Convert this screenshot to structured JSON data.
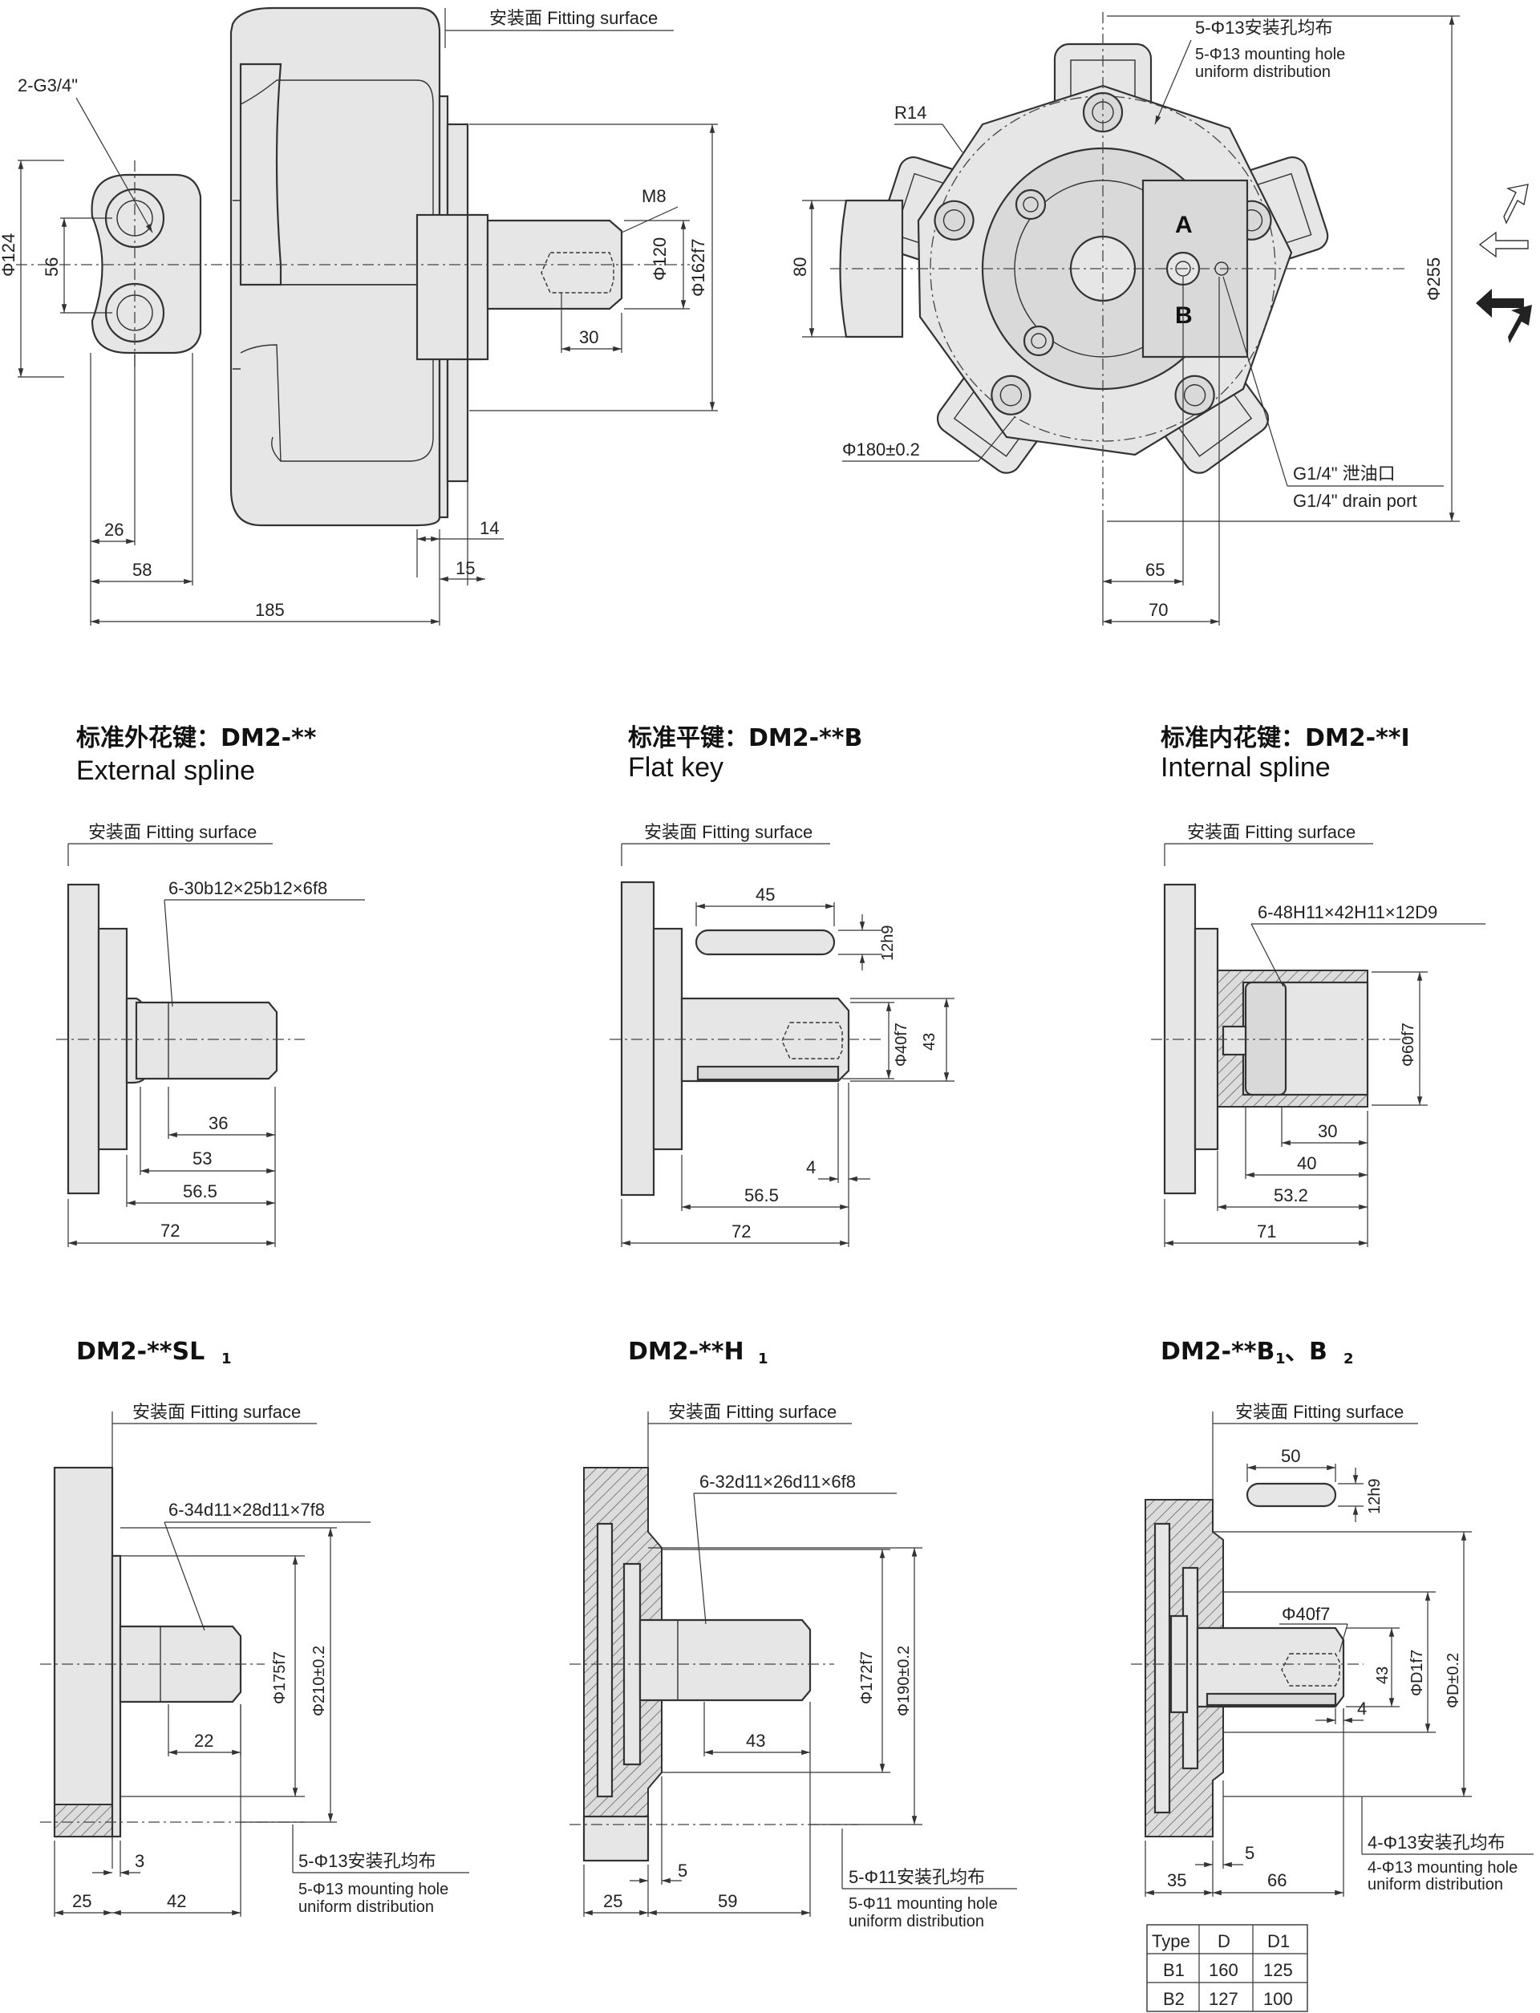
{
  "top_left": {
    "fitting": "安装面 Fitting surface",
    "port": "2-G3/4\"",
    "m8": "M8",
    "d124": "Φ124",
    "d56": "56",
    "d120": "Φ120",
    "d162": "Φ162f7",
    "d30": "30",
    "d26": "26",
    "d58": "58",
    "d185": "185",
    "d14": "14",
    "d15": "15"
  },
  "top_right": {
    "holes_cn": "5-Φ13安装孔均布",
    "holes_en1": "5-Φ13 mounting hole",
    "holes_en2": "uniform distribution",
    "r14": "R14",
    "d80": "80",
    "d255": "Φ255",
    "d180": "Φ180±0.2",
    "drain_cn": "G1/4\" 泄油口",
    "drain_en": "G1/4\" drain port",
    "d65": "65",
    "d70": "70",
    "port_a": "A",
    "port_b": "B"
  },
  "ext": {
    "title_cn": "标准外花键：DM2-**",
    "title_en": "External spline",
    "fitting": "安装面 Fitting surface",
    "spline": "6-30b12×25b12×6f8",
    "d36": "36",
    "d53": "53",
    "d565": "56.5",
    "d72": "72"
  },
  "flat": {
    "title_cn": "标准平键：DM2-**B",
    "title_en": "Flat key",
    "fitting": "安装面 Fitting surface",
    "d45": "45",
    "d12h9": "12h9",
    "d40f7": "Φ40f7",
    "d43": "43",
    "d4": "4",
    "d565": "56.5",
    "d72": "72"
  },
  "int": {
    "title_cn": "标准内花键：DM2-**I",
    "title_en": "Internal spline",
    "fitting": "安装面 Fitting surface",
    "spline": "6-48H11×42H11×12D9",
    "d60f7": "Φ60f7",
    "d30": "30",
    "d40": "40",
    "d532": "53.2",
    "d71": "71"
  },
  "sl": {
    "title": "DM2-**SL",
    "sub": "1",
    "fitting": "安装面 Fitting surface",
    "spline": "6-34d11×28d11×7f8",
    "d175": "Φ175f7",
    "d210": "Φ210±0.2",
    "d22": "22",
    "d3": "3",
    "d25": "25",
    "d42": "42",
    "holes_cn": "5-Φ13安装孔均布",
    "holes_en1": "5-Φ13 mounting hole",
    "holes_en2": "uniform distribution"
  },
  "h": {
    "title": "DM2-**H",
    "sub": "1",
    "fitting": "安装面 Fitting surface",
    "spline": "6-32d11×26d11×6f8",
    "d172": "Φ172f7",
    "d190": "Φ190±0.2",
    "d43": "43",
    "d5": "5",
    "d25": "25",
    "d59": "59",
    "holes_cn": "5-Φ11安装孔均布",
    "holes_en1": "5-Φ11 mounting hole",
    "holes_en2": "uniform distribution"
  },
  "b": {
    "title": "DM2-**B",
    "sub1": "1",
    "sep": "、B",
    "sub2": "2",
    "fitting": "安装面 Fitting surface",
    "d50": "50",
    "d12h9": "12h9",
    "d40f7": "Φ40f7",
    "d43": "43",
    "dd1": "ΦD1f7",
    "dd": "ΦD±0.2",
    "d4": "4",
    "d5": "5",
    "d35": "35",
    "d66": "66",
    "holes_cn": "4-Φ13安装孔均布",
    "holes_en1": "4-Φ13 mounting hole",
    "holes_en2": "uniform distribution",
    "table": {
      "headers": [
        "Type",
        "D",
        "D1"
      ],
      "rows": [
        [
          "B1",
          "160",
          "125"
        ],
        [
          "B2",
          "127",
          "100"
        ]
      ]
    }
  }
}
